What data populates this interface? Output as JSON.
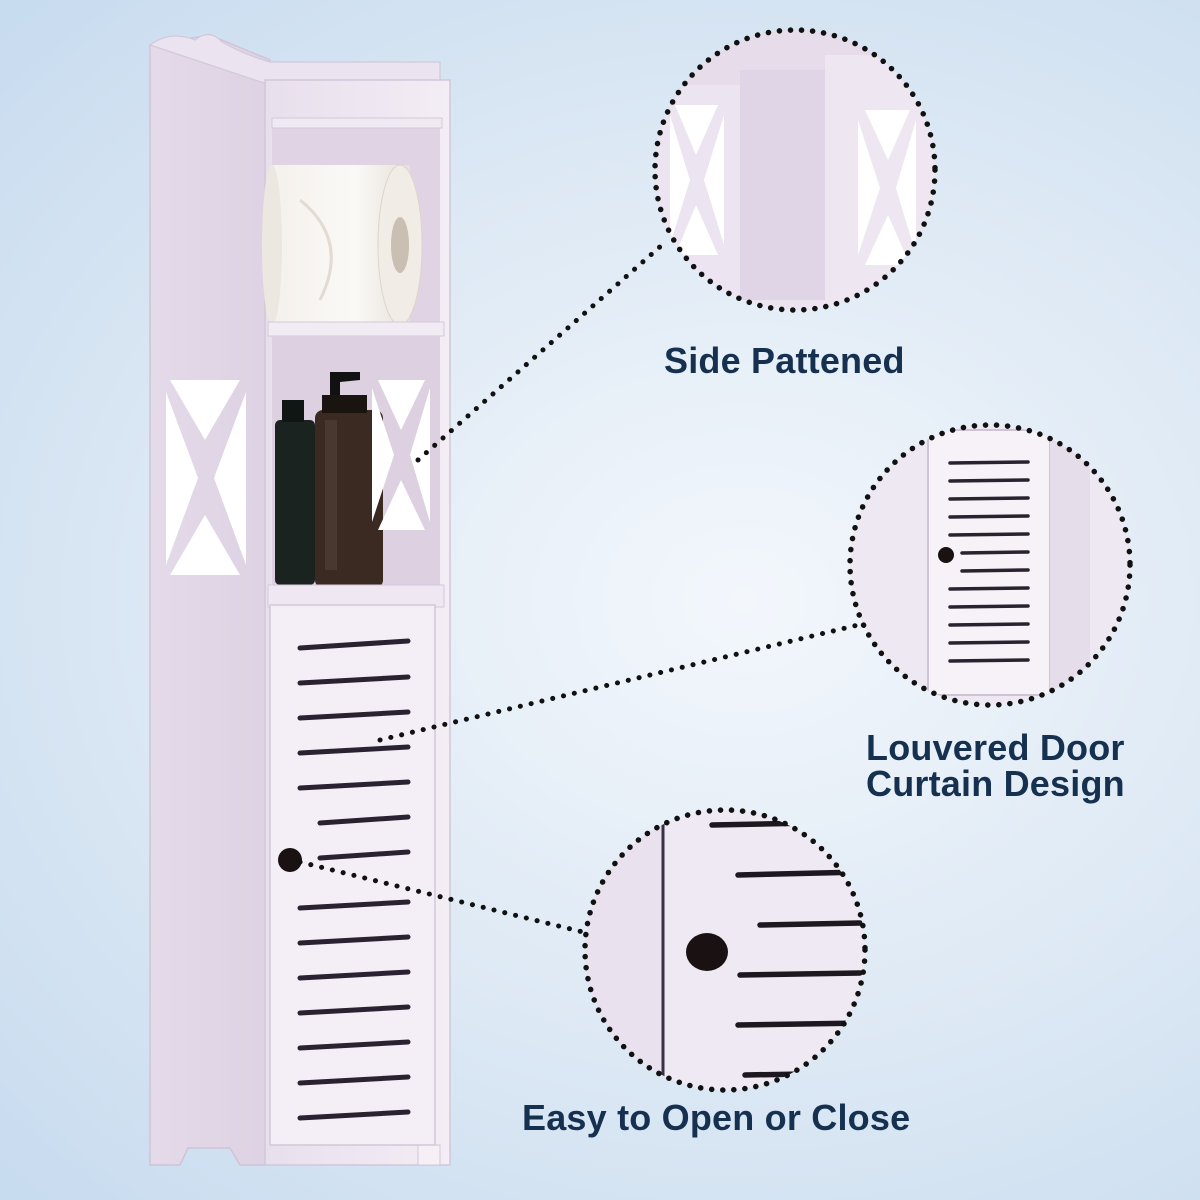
{
  "labels": {
    "side": "Side Pattened",
    "louvered_line1": "Louvered Door",
    "louvered_line2": "Curtain Design",
    "easy": "Easy to Open or Close"
  },
  "colors": {
    "label_text": "#15314f",
    "cabinet": "#ece3ef",
    "dotted_line": "#111111",
    "background": "#dce8f4"
  }
}
